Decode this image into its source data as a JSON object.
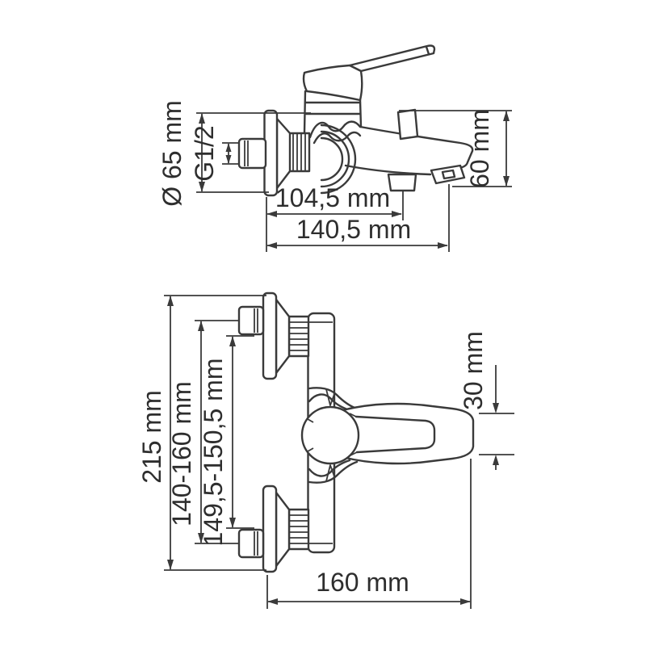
{
  "drawing": {
    "subject": "Wall-mounted bath mixer faucet dimensional drawing",
    "line_color": "#3a3a3a",
    "background_color": "#ffffff",
    "side_view": {
      "dim_flange_diameter": "Ø 65 mm",
      "dim_thread": "G1/2",
      "dim_shower_outlet_reach": "104,5 mm",
      "dim_spout_reach": "140,5 mm",
      "dim_spout_height": "60 mm"
    },
    "plan_view": {
      "dim_overall_width": "215 mm",
      "dim_wall_connection_range": "140-160 mm",
      "dim_inlet_centers": "149,5-150,5 mm",
      "dim_handle_width": "30 mm",
      "dim_overall_depth": "160 mm"
    }
  }
}
